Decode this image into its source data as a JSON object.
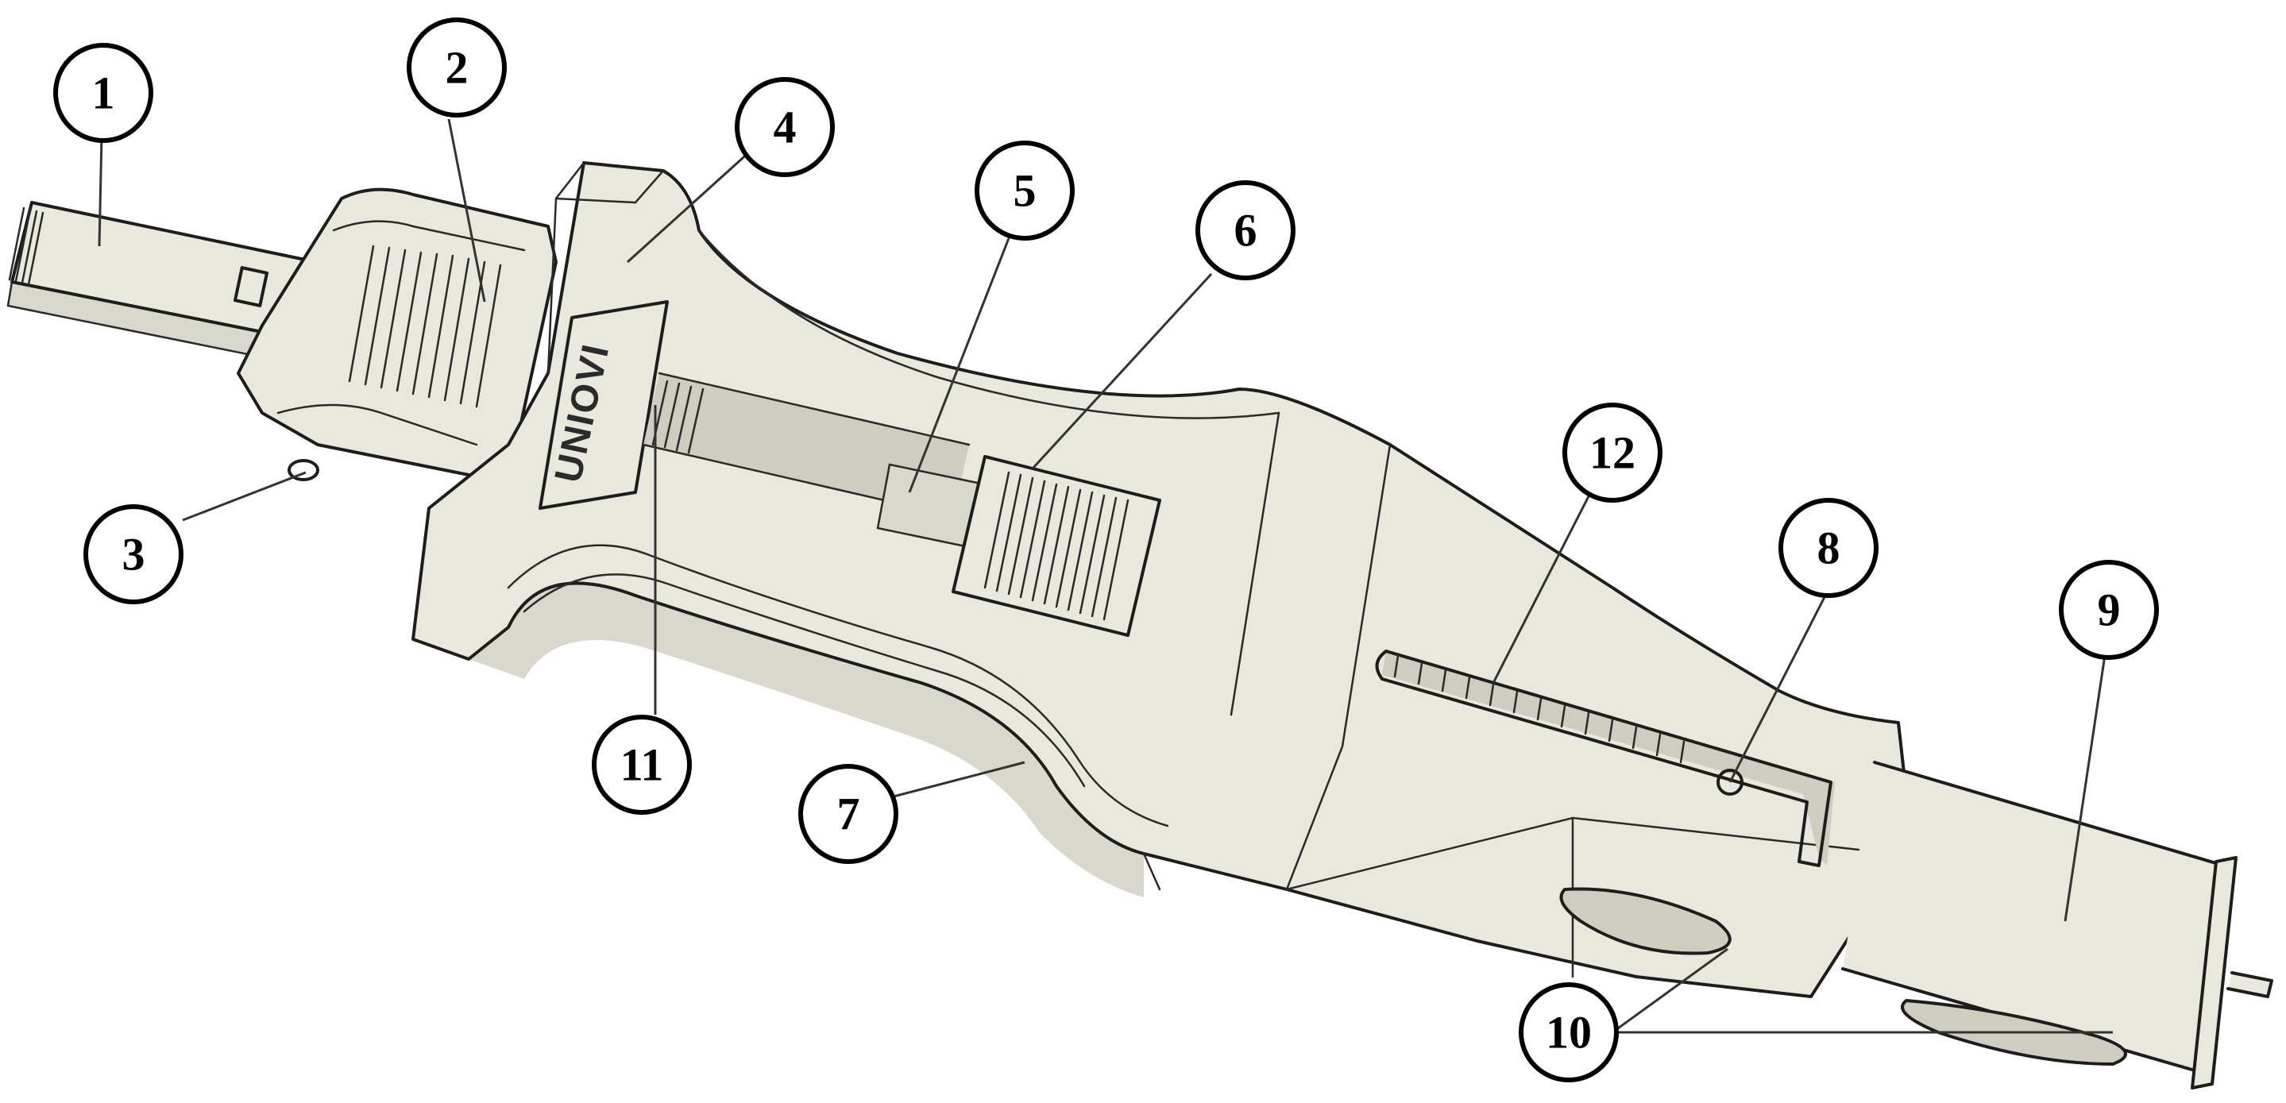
{
  "figure": {
    "brand_text": "UNIOVI",
    "callouts": [
      {
        "label": "1"
      },
      {
        "label": "2"
      },
      {
        "label": "3"
      },
      {
        "label": "4"
      },
      {
        "label": "5"
      },
      {
        "label": "6"
      },
      {
        "label": "7"
      },
      {
        "label": "8"
      },
      {
        "label": "9"
      },
      {
        "label": "10"
      },
      {
        "label": "11"
      },
      {
        "label": "12"
      }
    ]
  }
}
